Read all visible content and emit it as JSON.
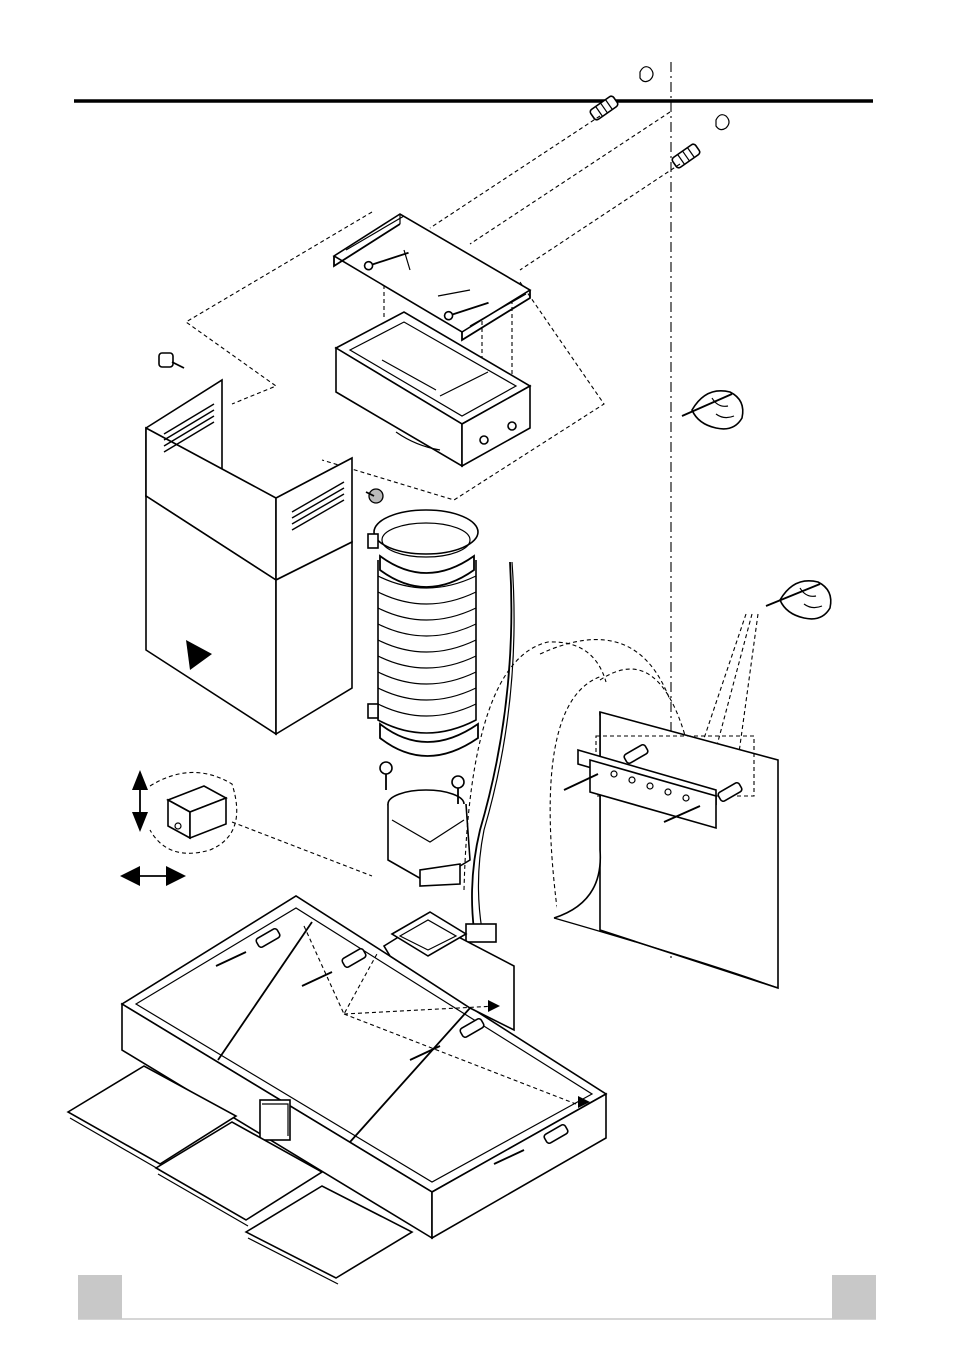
{
  "diagram": {
    "palette": {
      "line": "#000000",
      "background": "#ffffff",
      "footer_box": "#c8c8c8"
    },
    "components": [
      "ceiling-line",
      "wall-plugs",
      "wall-screws",
      "hood-mounting-bracket",
      "motor-housing",
      "upper-chimney-cover",
      "lower-chimney-cover",
      "flexible-duct",
      "duct-adapter",
      "power-cable",
      "wall-bracket",
      "junction-box",
      "hood-body",
      "grease-filters",
      "hand-screwdriver-icon"
    ]
  }
}
